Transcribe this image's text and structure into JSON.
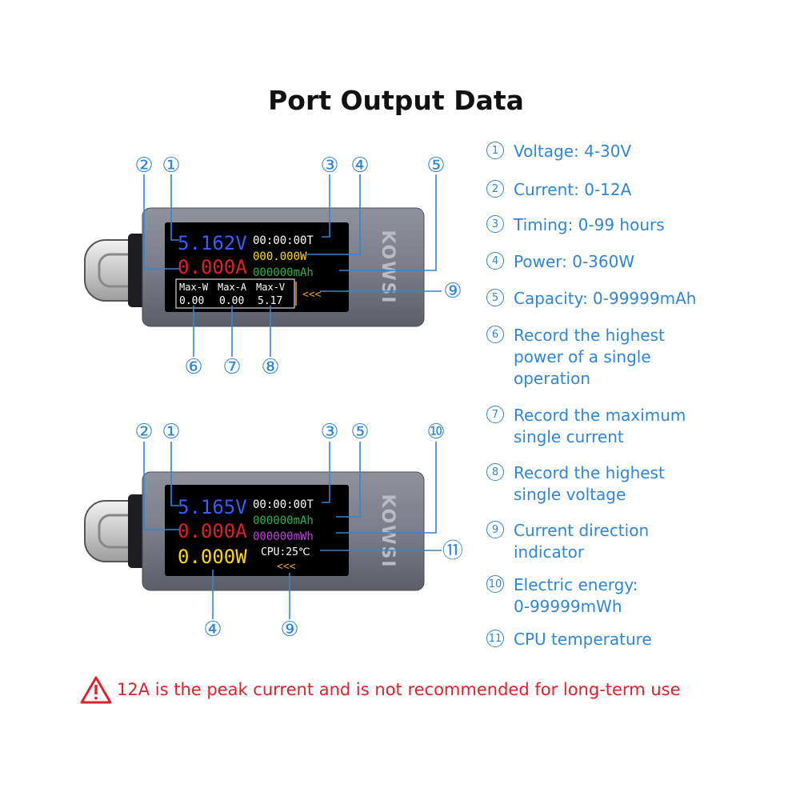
{
  "title": "Port Output Data",
  "brand": "KOWSI",
  "device1": {
    "voltage": "5.162V",
    "current": "0.000A",
    "timer": "00:00:00T",
    "power": "000.000W",
    "capacity": "000000mAh",
    "max_w_label": "Max-W",
    "max_a_label": "Max-A",
    "max_v_label": "Max-V",
    "max_w_value": "0.00",
    "max_a_value": "0.00",
    "max_v_value": "5.17",
    "direction": "<<<"
  },
  "device2": {
    "voltage": "5.165V",
    "current": "0.000A",
    "timer": "00:00:00T",
    "capacity": "000000mAh",
    "energy": "000000mWh",
    "power": "0.000W",
    "cpu": "CPU:25℃",
    "direction": "<<<"
  },
  "callouts": {
    "c1": "①",
    "c2": "②",
    "c3": "③",
    "c4": "④",
    "c5": "⑤",
    "c6": "⑥",
    "c7": "⑦",
    "c8": "⑧",
    "c9": "⑨",
    "c10": "⑩",
    "c11": "⑪"
  },
  "specs": [
    {
      "num": "1",
      "text": "Voltage: 4-30V"
    },
    {
      "num": "2",
      "text": "Current: 0-12A"
    },
    {
      "num": "3",
      "text": "Timing: 0-99 hours"
    },
    {
      "num": "4",
      "text": "Power: 0-360W"
    },
    {
      "num": "5",
      "text": "Capacity: 0-99999mAh"
    },
    {
      "num": "6",
      "text": "Record the highest\npower of a single\noperation"
    },
    {
      "num": "7",
      "text": "Record the maximum\nsingle current"
    },
    {
      "num": "8",
      "text": "Record the highest\nsingle voltage"
    },
    {
      "num": "9",
      "text": "Current direction\nindicator"
    },
    {
      "num": "10",
      "text": "Electric energy:\n0-99999mWh"
    },
    {
      "num": "11",
      "text": "CPU temperature"
    }
  ],
  "warning": "12A is the peak current and is not recommended for long-term use",
  "colors": {
    "accent": "#2f86d6",
    "warning": "#e3202a",
    "voltage": "#3b5bff",
    "current": "#e0202a",
    "power": "#ffd800",
    "capacity": "#2bb34a",
    "energy": "#c040e0",
    "direction": "#e8a020"
  },
  "icons": {
    "warning": "warning-triangle-icon",
    "direction": "arrow-left-icon"
  }
}
